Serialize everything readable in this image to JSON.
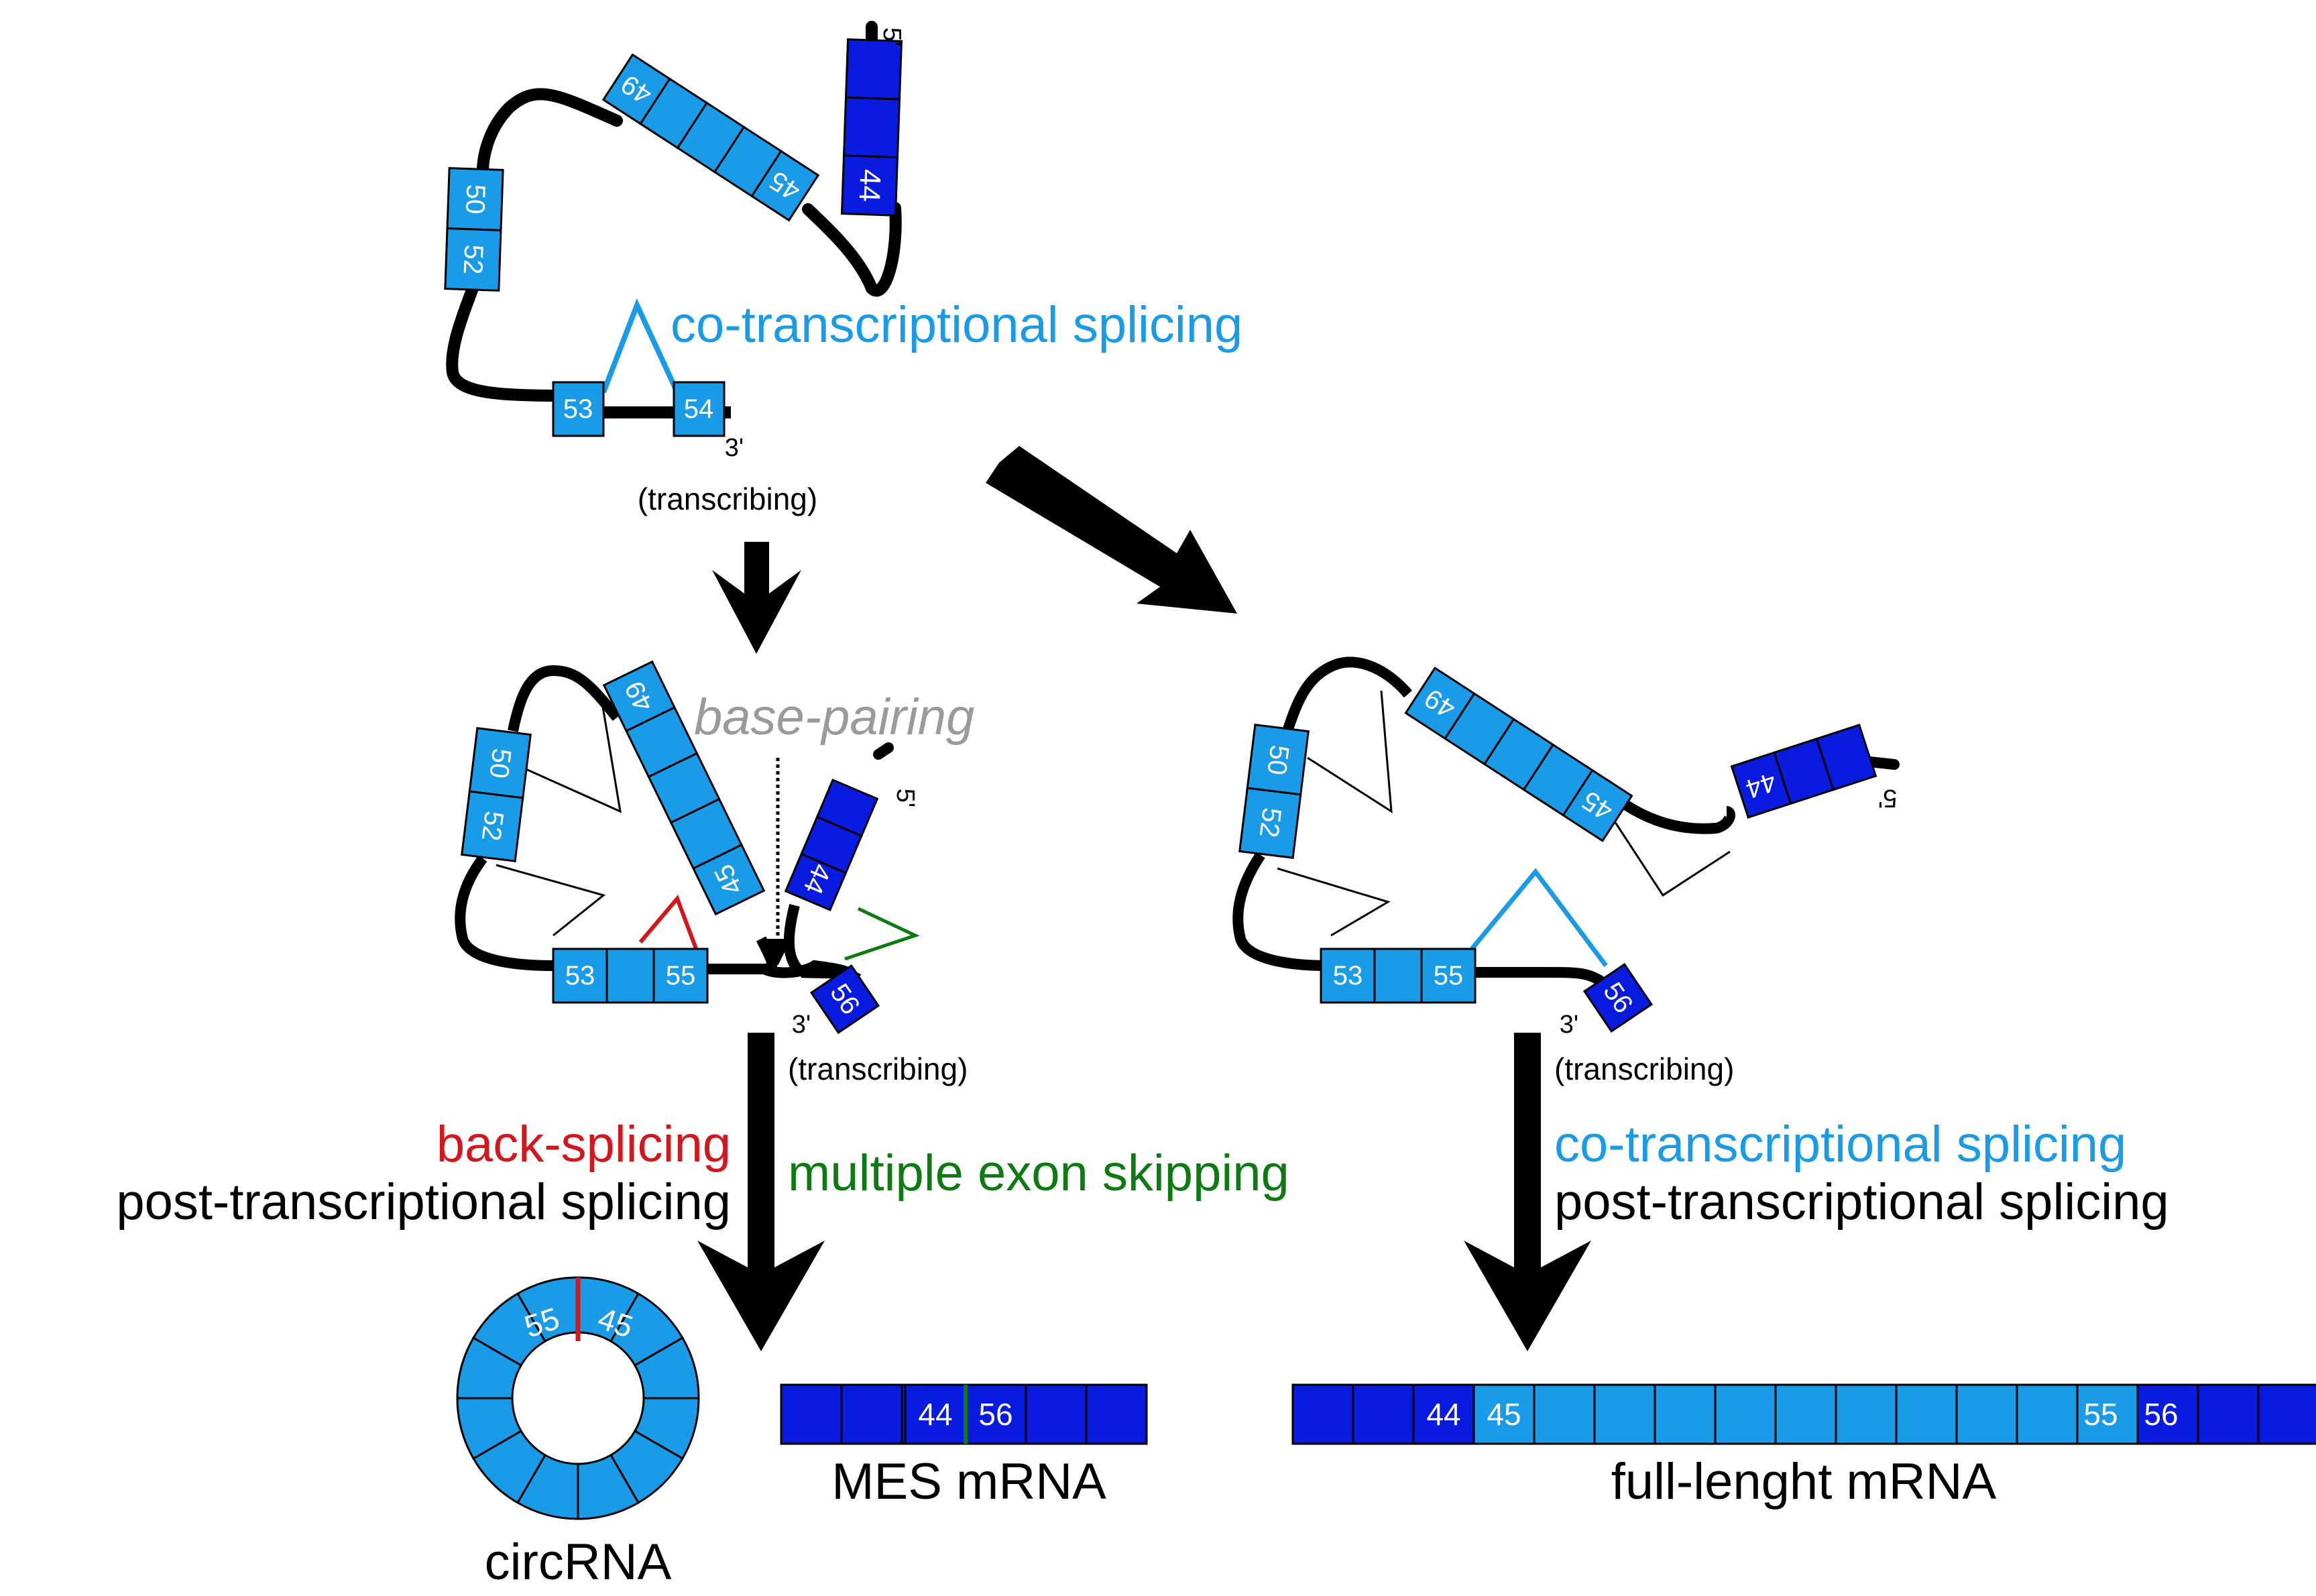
{
  "colors": {
    "exon_light": "#1a9be8",
    "exon_dark": "#0a1be0",
    "cyan_text": "#1a9be8",
    "red": "#d4161d",
    "green": "#0e7a12",
    "gray": "#9a9a9a",
    "black": "#000000",
    "white": "#ffffff"
  },
  "exons": {
    "e44": "44",
    "e45": "45",
    "e49": "49",
    "e50": "50",
    "e52": "52",
    "e53": "53",
    "e54": "54",
    "e55": "55",
    "e56": "56"
  },
  "ends": {
    "five": "5'",
    "three": "3'"
  },
  "labels": {
    "transcribing": "(transcribing)",
    "co_transcriptional_splicing": "co-transcriptional splicing",
    "base_pairing": "base-pairing",
    "back_splicing": "back-splicing",
    "post_transcriptional_splicing": "post-transcriptional splicing",
    "multiple_exon_skipping": "multiple exon skipping",
    "circrna": "circRNA",
    "mes_mrna": "MES mRNA",
    "full_length_mrna": "full-lenght mRNA"
  }
}
